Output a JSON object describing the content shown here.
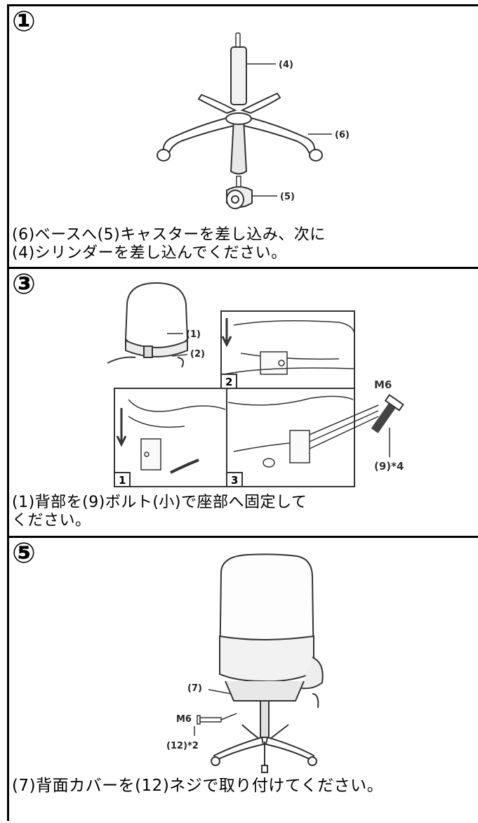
{
  "steps": [
    {
      "number": "①",
      "instruction_lines": [
        "(6)ベースへ(5)キャスターを差し込み、次に",
        "(4)シリンダーを差し込んでください。"
      ],
      "callouts": {
        "cylinder": "(4)",
        "base": "(6)",
        "caster": "(5)"
      }
    },
    {
      "number": "③",
      "instruction_lines": [
        "(1)背部を(9)ボルト(小)で座部へ固定して",
        "ください。"
      ],
      "callouts": {
        "backrest": "(1)",
        "part2": "(2)",
        "bolt_size": "M6",
        "bolt": "(9)*4",
        "inset_1": "1",
        "inset_2": "2",
        "inset_3": "3"
      }
    },
    {
      "number": "⑤",
      "instruction_lines": [
        "(7)背面カバーを(12)ネジで取り付けてください。"
      ],
      "callouts": {
        "cover": "(7)",
        "screw_size": "M6",
        "screw": "(12)*2"
      }
    }
  ]
}
